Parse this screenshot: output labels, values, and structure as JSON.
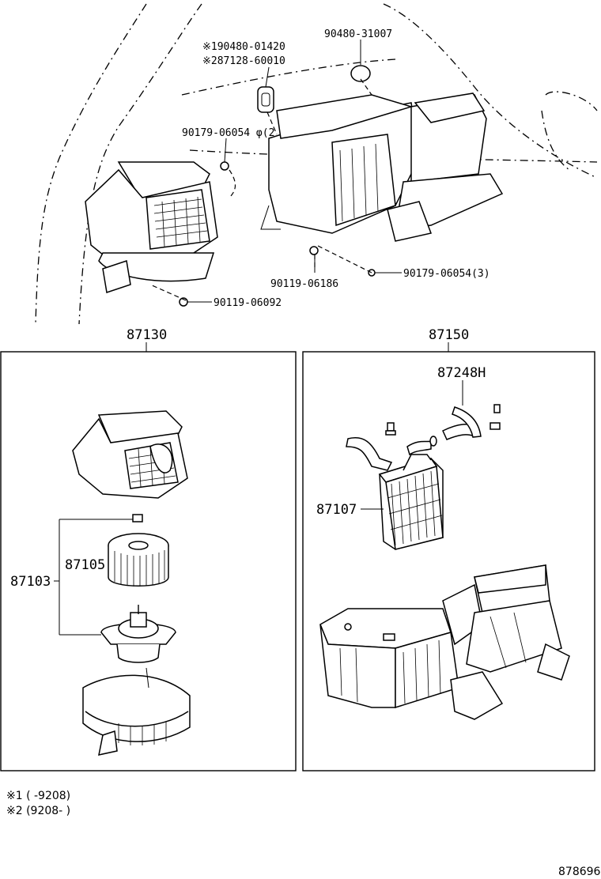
{
  "top_labels": {
    "p1": "※190480-01420",
    "p2": "※287128-60010",
    "p3": "90480-31007",
    "p4": "90179-06054 φ(2",
    "p5": "90119-06186",
    "p6": "90179-06054(3)",
    "p7": "90119-06092"
  },
  "assemblies": {
    "left_number": "87130",
    "right_number": "87150"
  },
  "left_box": {
    "motor_group": "87103",
    "fan": "87105"
  },
  "right_box": {
    "hose": "87248H",
    "core": "87107"
  },
  "notes": {
    "n1": "※1 (       -9208)",
    "n2": "※2 (9208-      )"
  },
  "diagram_id": "878696"
}
